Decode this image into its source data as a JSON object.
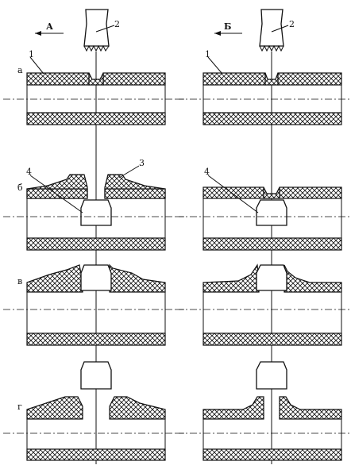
{
  "columns": {
    "left": {
      "header": "А"
    },
    "right": {
      "header": "Б"
    }
  },
  "stages": [
    {
      "label": "а"
    },
    {
      "label": "б"
    },
    {
      "label": "в"
    },
    {
      "label": "г"
    }
  ],
  "callouts": {
    "pipe": "1",
    "tool": "2",
    "fitting": "3",
    "insert": "4"
  }
}
